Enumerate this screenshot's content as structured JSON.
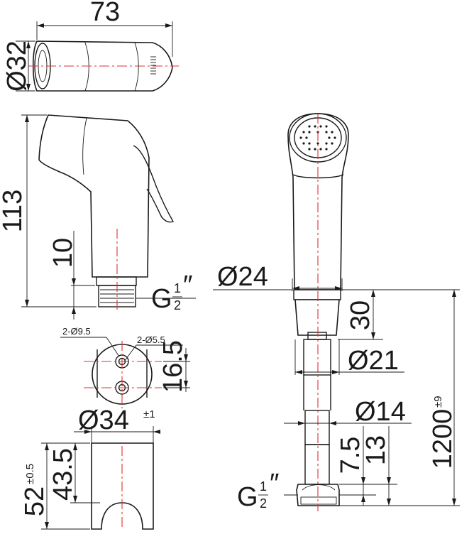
{
  "dimensions": {
    "head_length": "73",
    "head_diameter": "Ø32",
    "handle_height": "113",
    "thread_length": "10",
    "thread_size_handle": {
      "prefix": "G",
      "num": "1",
      "den": "2",
      "suffix": "″"
    },
    "hole_large": "2-Ø9.5",
    "hole_small": "2-Ø5.5",
    "hole_spacing": "16.5",
    "holder_diameter": {
      "value": "Ø34",
      "tol": "±1"
    },
    "holder_height_inner": "43.5",
    "holder_height_total": {
      "value": "52",
      "tol": "±0.5"
    },
    "nozzle_diameter": "Ø24",
    "nozzle_length": "30",
    "hose_collar_diameter": "Ø21",
    "hose_diameter": "Ø14",
    "nut_height_inner": "7.5",
    "nut_height_total": "13",
    "hose_length": {
      "value": "1200",
      "tol": "±9"
    },
    "thread_size_hose": {
      "prefix": "G",
      "num": "1",
      "den": "2",
      "suffix": "″"
    }
  },
  "colors": {
    "line": "#1a1a1a",
    "center_axis": "#e0302f",
    "background": "#ffffff"
  }
}
